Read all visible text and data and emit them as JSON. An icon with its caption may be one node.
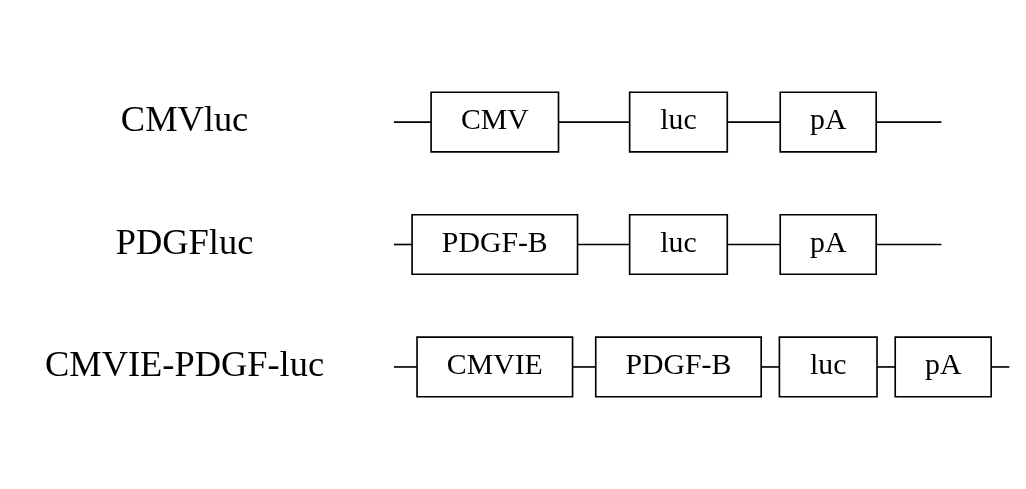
{
  "diagram": {
    "nodes": [
      {
        "text": [
          "CMV"
        ]
      },
      {
        "text": [
          "luc"
        ]
      },
      {
        "text": [
          "pA"
        ]
      },
      {
        "text": [
          "PDGF-B"
        ]
      },
      {
        "text": [
          "luc"
        ]
      },
      {
        "text": [
          "pA"
        ]
      },
      {
        "text": [
          "CMVIE"
        ]
      },
      {
        "text": [
          "PDGF-B"
        ]
      },
      {
        "text": [
          "luc"
        ]
      },
      {
        "text": [
          "pA"
        ]
      }
    ],
    "edges": [
      {
        "from": null,
        "to": 0,
        "arrow": "none"
      },
      {
        "from": 0,
        "to": 1,
        "arrow": "none"
      },
      {
        "from": 1,
        "to": 2,
        "arrow": "none"
      },
      {
        "from": 2,
        "to": null,
        "arrow": "none"
      },
      {
        "from": null,
        "to": 3,
        "arrow": "none"
      },
      {
        "from": 3,
        "to": 4,
        "arrow": "none"
      },
      {
        "from": 4,
        "to": 5,
        "arrow": "none"
      },
      {
        "from": 5,
        "to": null,
        "arrow": "none"
      },
      {
        "from": null,
        "to": 6,
        "arrow": "none"
      },
      {
        "from": 6,
        "to": 7,
        "arrow": "none"
      },
      {
        "from": 7,
        "to": 8,
        "arrow": "none"
      },
      {
        "from": 8,
        "to": 9,
        "arrow": "none"
      },
      {
        "from": 9,
        "to": null,
        "arrow": "none"
      }
    ],
    "labels": [
      "CMVluc",
      "PDGFluc",
      "CMVIE-PDGF-luc"
    ]
  }
}
